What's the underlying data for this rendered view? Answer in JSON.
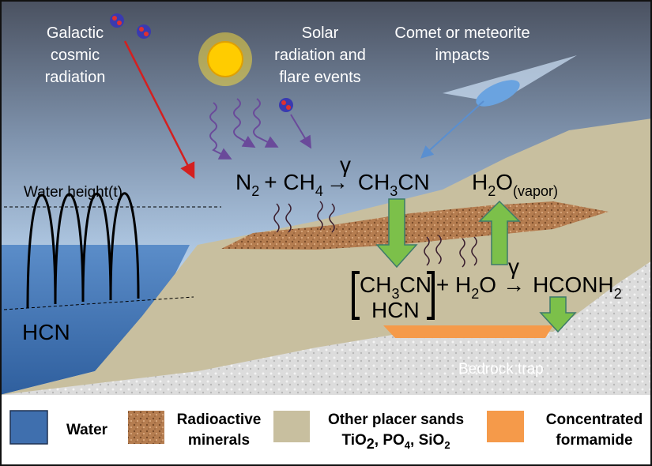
{
  "sources": {
    "cosmic": [
      "Galactic",
      "cosmic",
      "radiation"
    ],
    "solar": [
      "Solar",
      "radiation and",
      "flare events"
    ],
    "comet": [
      "Comet or meteorite",
      "impacts"
    ]
  },
  "water_height_label": "Water height(t)",
  "hcn_label": "HCN",
  "bedrock_label": "Bedrock trap",
  "reaction1": {
    "n": "N",
    "n_sub": "2",
    "plus": "+ CH",
    "ch_sub": "4",
    "gamma": "γ",
    "arrow": "→",
    "product": "CH",
    "product_sub": "3",
    "product_end": "CN"
  },
  "vapor": {
    "h": "H",
    "h_sub": "2",
    "o": "O",
    "state": "(vapor)"
  },
  "reaction2": {
    "r1": "CH",
    "r1_sub": "3",
    "r1_end": "CN",
    "r2": "HCN",
    "plus": "+ H",
    "h_sub": "2",
    "o": "O",
    "gamma": "γ",
    "arrow": "→",
    "product": "HCONH",
    "product_sub": "2"
  },
  "legend": {
    "water": "Water",
    "radioactive": [
      "Radioactive",
      "minerals"
    ],
    "sands": {
      "line1": "Other placer sands",
      "ti": "TiO",
      "ti_sub": "2",
      "po": ", PO",
      "po_sub": "4",
      "si": ", SiO",
      "si_sub": "2"
    },
    "formamide": [
      "Concentrated",
      "formamide"
    ]
  },
  "colors": {
    "water": "#3f6fae",
    "radioactive": "#b07a4e",
    "sand": "#c8bf9f",
    "formamide": "#f59a4a",
    "arrow_green": "#7cc04a"
  }
}
